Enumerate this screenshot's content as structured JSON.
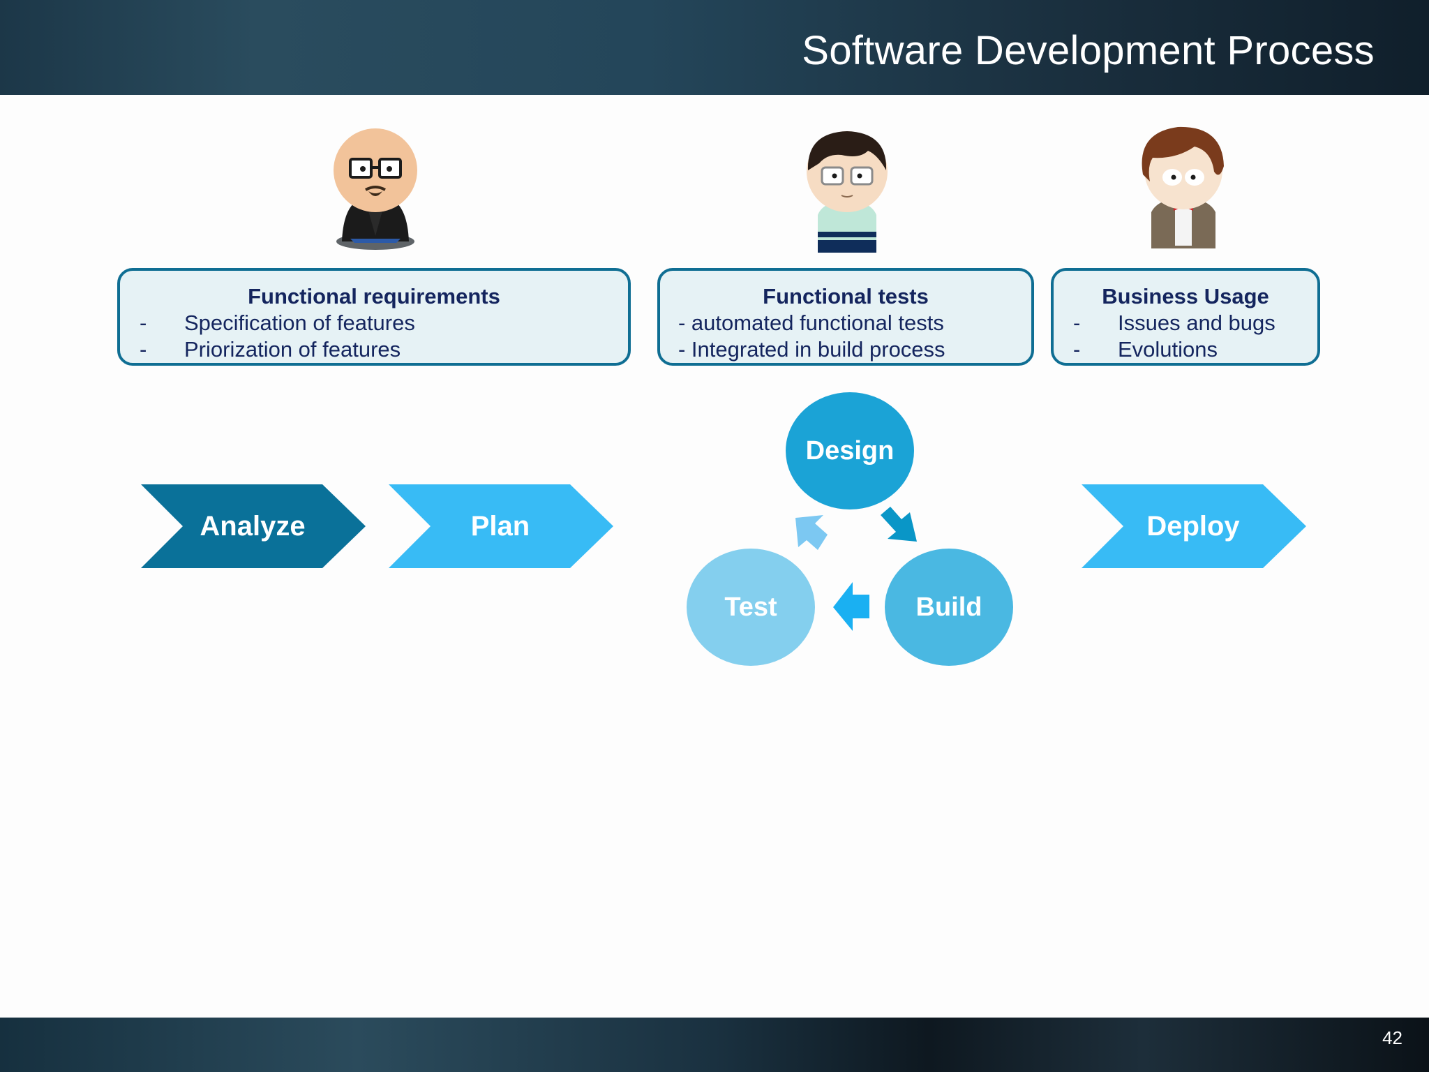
{
  "header": {
    "title": "Software Development Process"
  },
  "footer": {
    "page_number": "42"
  },
  "roles": [
    {
      "title": "Functional requirements",
      "items": [
        "Specification of features",
        "Priorization of features"
      ]
    },
    {
      "title": "Functional tests",
      "items": [
        "- automated functional tests",
        "- Integrated in build process"
      ]
    },
    {
      "title": "Business Usage",
      "items": [
        "Issues and bugs",
        "Evolutions"
      ]
    }
  ],
  "bullet_marker": "-",
  "steps": {
    "analyze": "Analyze",
    "plan": "Plan",
    "deploy": "Deploy"
  },
  "cycle": {
    "design": "Design",
    "build": "Build",
    "test": "Test"
  },
  "colors": {
    "header_dark": "#1c3748",
    "box_border": "#0f6e93",
    "box_fill": "#e6f2f5",
    "box_text": "#14255e",
    "analyze": "#0a7199",
    "plan": "#38bbf5",
    "design": "#1ba3d6",
    "build": "#4ab8e2",
    "test": "#84cfee"
  },
  "icons": [
    "bald-glasses-character-icon",
    "brown-hair-glasses-character-icon",
    "bowtie-character-icon"
  ]
}
